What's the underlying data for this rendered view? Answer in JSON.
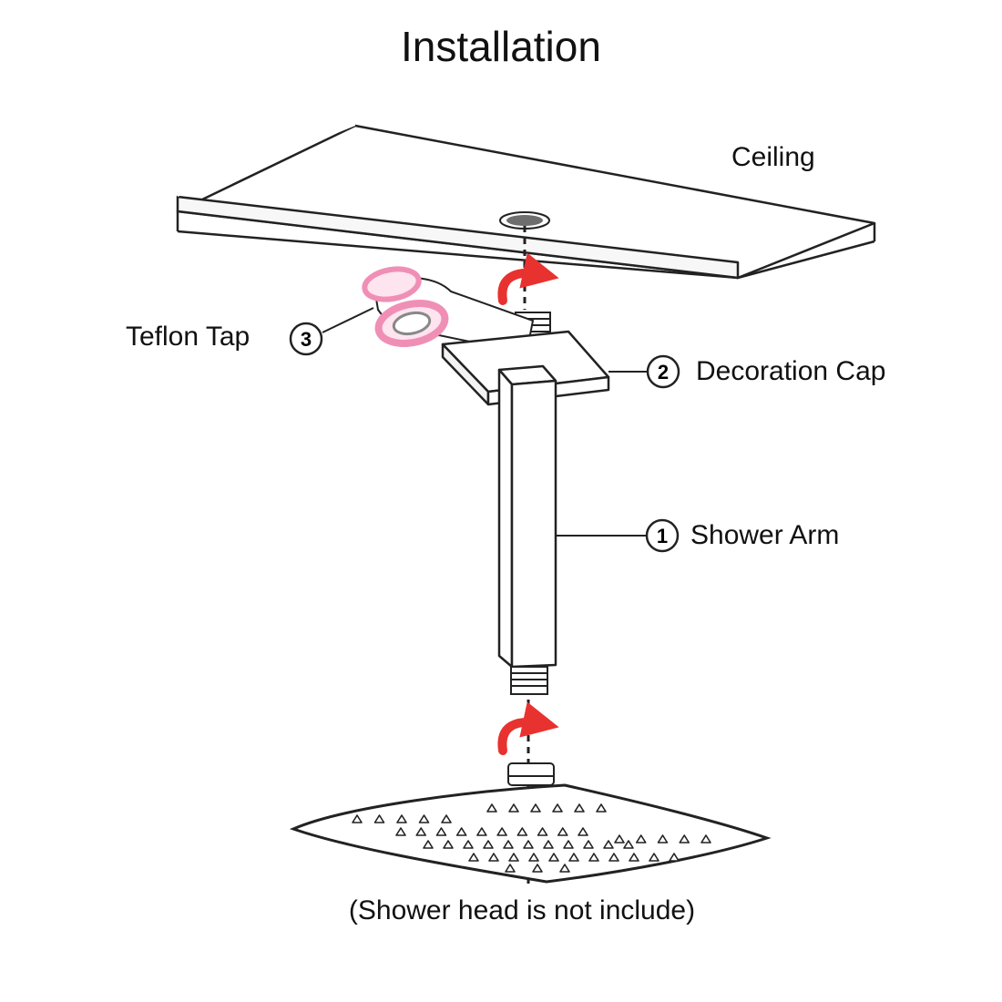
{
  "title": "Installation",
  "labels": {
    "ceiling": "Ceiling",
    "teflon_tap": {
      "number": "3",
      "text": "Teflon Tap"
    },
    "decoration_cap": {
      "number": "2",
      "text": "Decoration Cap"
    },
    "shower_arm": {
      "number": "1",
      "text": "Shower Arm"
    }
  },
  "note": "(Shower head is not include)",
  "colors": {
    "line": "#222222",
    "arrow": "#e8322f",
    "tape": "#f08fb6",
    "tape_light": "#fde4ee",
    "ceiling_hole": "#6e6e6e"
  }
}
